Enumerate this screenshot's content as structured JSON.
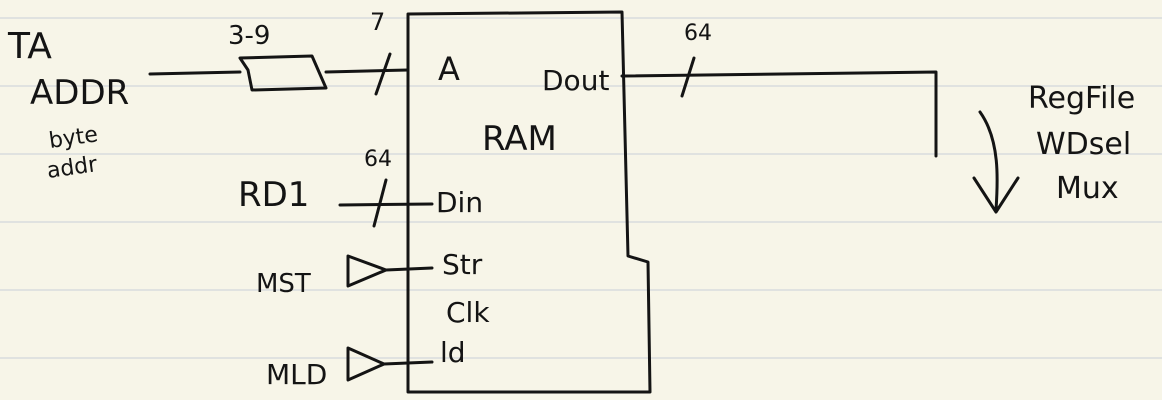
{
  "diagram": {
    "labels": {
      "ta": "TA",
      "addr": "ADDR",
      "byte": "byte",
      "addr_small": "addr",
      "slice": "3-9",
      "width_a": "7",
      "width_din": "64",
      "width_dout": "64",
      "rd1": "RD1",
      "mst": "MST",
      "mld": "MLD",
      "ram_title": "RAM",
      "port_a": "A",
      "port_dout": "Dout",
      "port_din": "Din",
      "port_str": "Str",
      "port_clk": "Clk",
      "port_ld": "ld",
      "regfile": "RegFile",
      "wdsel": "WDsel",
      "mux": "Mux"
    },
    "colors": {
      "paper": "#f7f5e8",
      "rule": "#d2d6da",
      "ink": "#141414"
    }
  }
}
